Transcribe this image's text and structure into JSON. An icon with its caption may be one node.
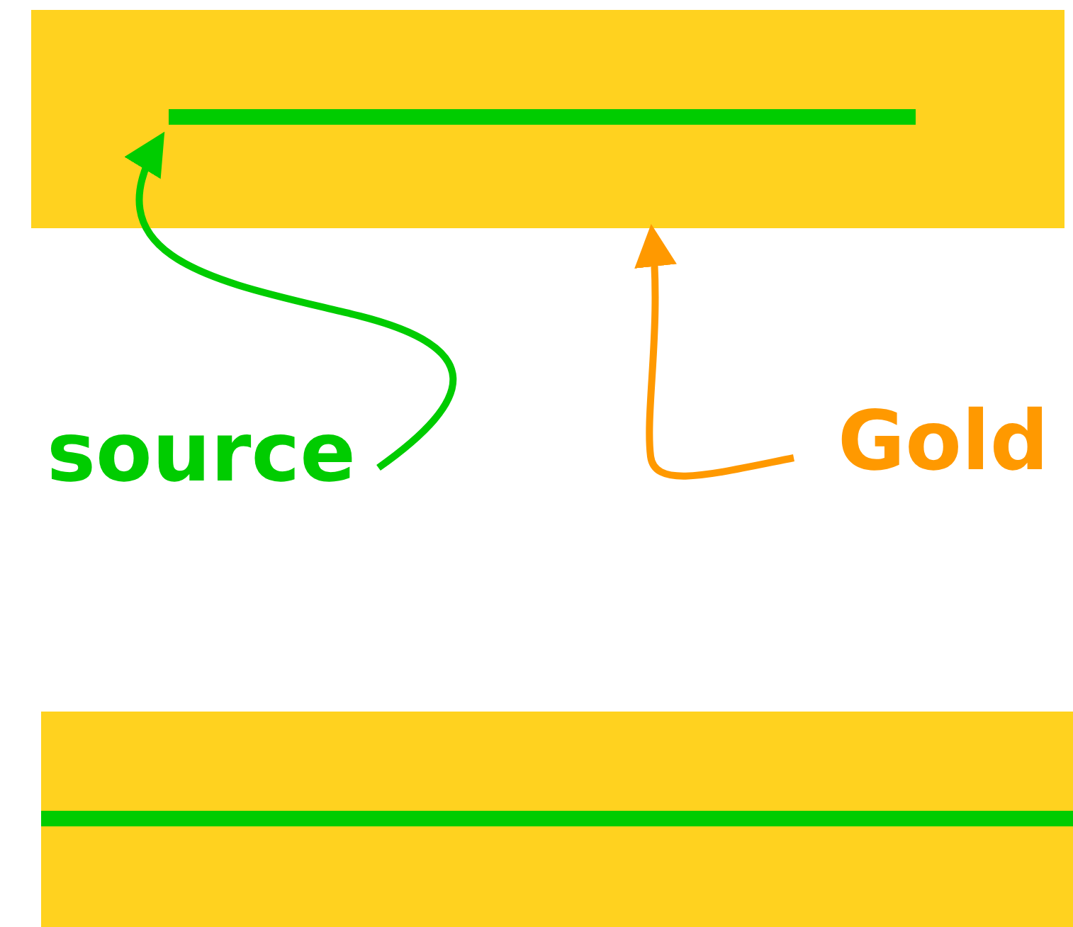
{
  "diagram": {
    "nodes": [
      {
        "text": [],
        "shape": "bar"
      },
      {
        "text": [],
        "shape": "bar",
        "in": 0
      },
      {
        "text": [
          "source"
        ]
      },
      {
        "text": [
          "Gold"
        ]
      },
      {
        "text": [],
        "shape": "bar"
      },
      {
        "text": [],
        "shape": "bar",
        "in": 4
      }
    ],
    "edges": [
      {
        "from": 2,
        "to": 1,
        "arrow": "to",
        "color": "#00cc00"
      },
      {
        "from": 3,
        "to": 0,
        "arrow": "to",
        "color": "#ff9900"
      }
    ]
  }
}
